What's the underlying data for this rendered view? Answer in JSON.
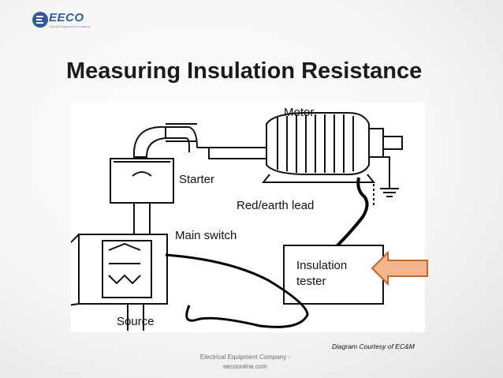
{
  "logo": {
    "text": "EECO",
    "tagline": "Electric Equipment Company"
  },
  "slide": {
    "title": "Measuring Insulation Resistance"
  },
  "diagram": {
    "labels": {
      "motor": "Motor",
      "starter": "Starter",
      "lead": "Red/earth lead",
      "main_switch": "Main switch",
      "tester_line1": "Insulation",
      "tester_line2": "tester",
      "source": "Source"
    },
    "credit": "Diagram Courtesy of EC&M"
  },
  "footer": {
    "line1": "Electrical Equipment Company -",
    "line2": "eecoonline.com"
  },
  "colors": {
    "arrow_fill": "#f5b58a",
    "arrow_stroke": "#c8652a",
    "title": "#1b1b1b"
  }
}
